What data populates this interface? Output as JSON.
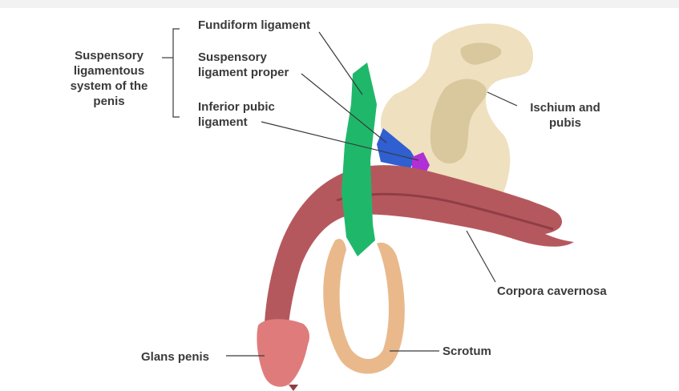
{
  "labels": {
    "group_title": [
      "Suspensory",
      "ligamentous",
      "system of the",
      "penis"
    ],
    "fundiform": [
      "Fundiform ligament"
    ],
    "suspensory_proper": [
      "Suspensory",
      "ligament proper"
    ],
    "inferior_pubic": [
      "Inferior pubic",
      "ligament"
    ],
    "ischium_pubis": [
      "Ischium and",
      "pubis"
    ],
    "corpora": [
      "Corpora cavernosa"
    ],
    "glans": [
      "Glans penis"
    ],
    "scrotum": [
      "Scrotum"
    ]
  },
  "colors": {
    "bone": "#efe0bf",
    "bone_shadow": "#d9c79e",
    "shaft": "#b5585e",
    "shaft_dark": "#8f3e45",
    "glans": "#e07b7c",
    "scrotum": "#e9b98c",
    "fundiform": "#1fb86a",
    "suspensory": "#2f5fd0",
    "inferior": "#b02fd6",
    "text": "#3a3a3a"
  }
}
